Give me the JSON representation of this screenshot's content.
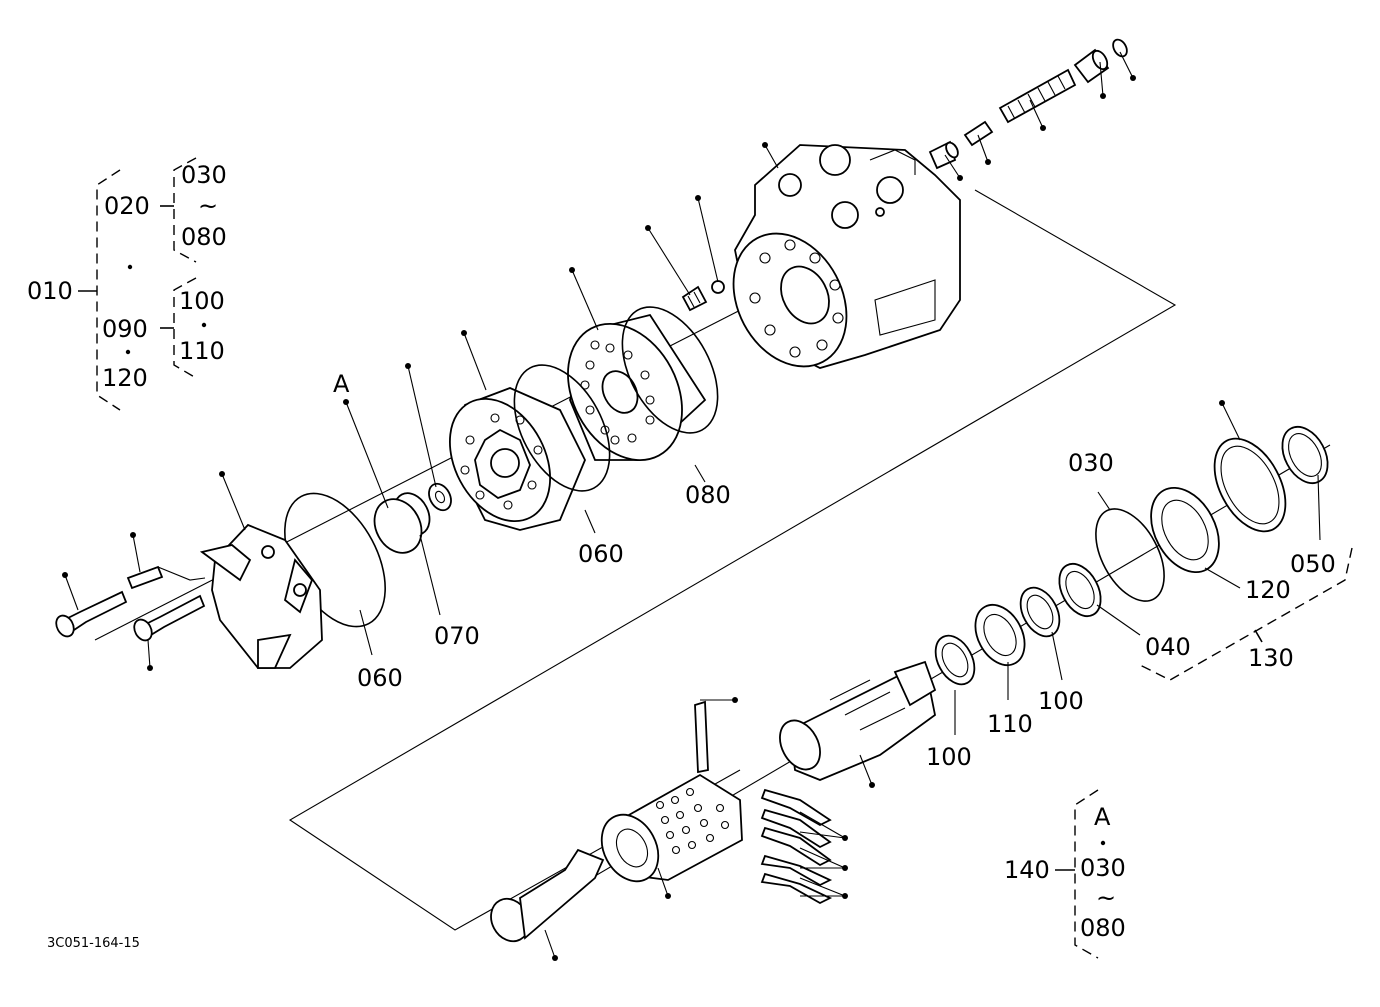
{
  "bom_tree": {
    "root": "010",
    "sub_a": "020",
    "sub_a_range_start": "030",
    "sub_a_range_sep": "~",
    "sub_a_range_end": "080",
    "sub_b": "090",
    "sub_b_item_1": "100",
    "sub_b_item_2": "110",
    "sub_c": "120"
  },
  "kit_140": {
    "label": "140",
    "item_1": "A",
    "item_2": "030",
    "range_sep": "~",
    "item_3": "080"
  },
  "kit_130": {
    "label": "130"
  },
  "callouts": {
    "a": "A",
    "c060_left": "060",
    "c070": "070",
    "c060_mid": "060",
    "c080": "080",
    "c030": "030",
    "c040": "040",
    "c050": "050",
    "c120": "120",
    "c100_a": "100",
    "c110": "110",
    "c100_b": "100"
  },
  "reference_code": "3C051-164-15"
}
